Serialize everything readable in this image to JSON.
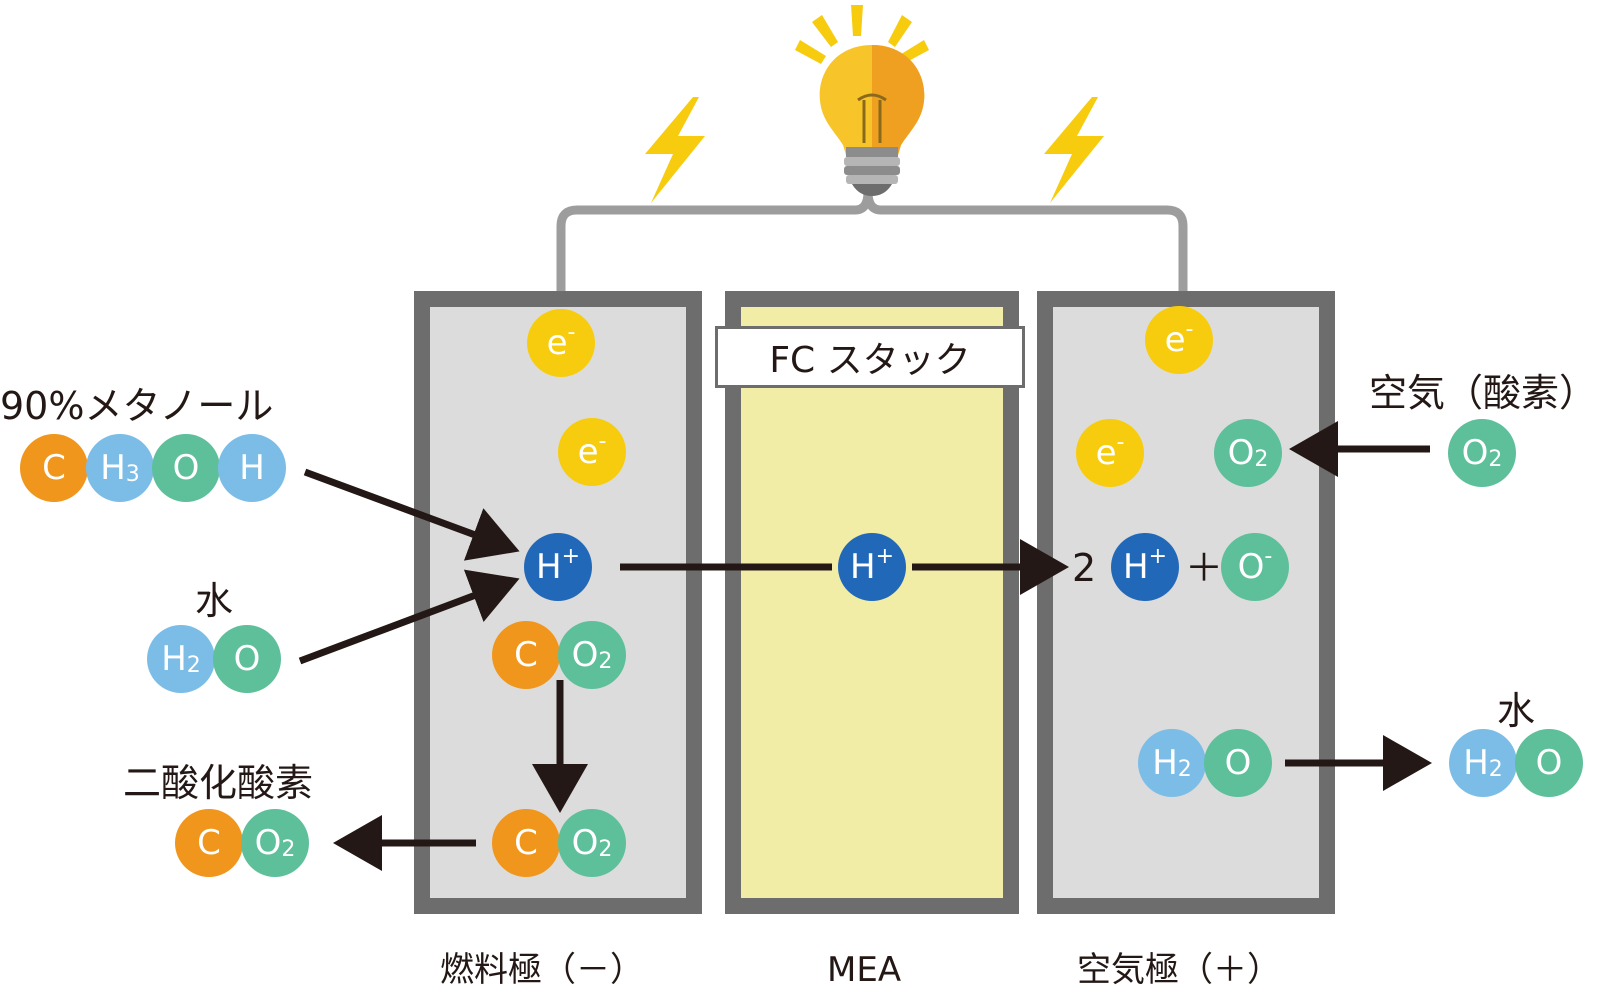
{
  "colors": {
    "carbon": "#f0961c",
    "hydrogen": "#7cbde8",
    "oxygen": "#5ebf9b",
    "electron": "#f7cc0f",
    "proton": "#2268b8",
    "electrode_frame": "#6d6d6d",
    "electrode_fill": "#dcdcdc",
    "mea_fill": "#f1eda6"
  },
  "icons": [
    "light-bulb-icon",
    "lightning-bolt-icon"
  ],
  "labels": {
    "methanol": "90%メタノール",
    "water_in": "水",
    "co2_out": "二酸化酸素",
    "air": "空気（酸素）",
    "water_out": "水",
    "fc_stack": "FC スタック",
    "anode": "燃料極（－）",
    "mea": "MEA",
    "cathode": "空気極（＋）",
    "coefficient": "2",
    "plus": "＋"
  },
  "molecules": {
    "methanol": [
      {
        "sym": "C",
        "sub": ""
      },
      {
        "sym": "H",
        "sub": "3"
      },
      {
        "sym": "O",
        "sub": ""
      },
      {
        "sym": "H",
        "sub": ""
      }
    ],
    "water": [
      {
        "sym": "H",
        "sub": "2"
      },
      {
        "sym": "O",
        "sub": ""
      }
    ],
    "co2": [
      {
        "sym": "C",
        "sub": ""
      },
      {
        "sym": "O",
        "sub": "2"
      }
    ],
    "o2": {
      "sym": "O",
      "sub": "2"
    },
    "electron": {
      "sym": "e",
      "sup": "-"
    },
    "proton": {
      "sym": "H",
      "sup": "+"
    },
    "oxide": {
      "sym": "O",
      "sup": "-"
    }
  }
}
